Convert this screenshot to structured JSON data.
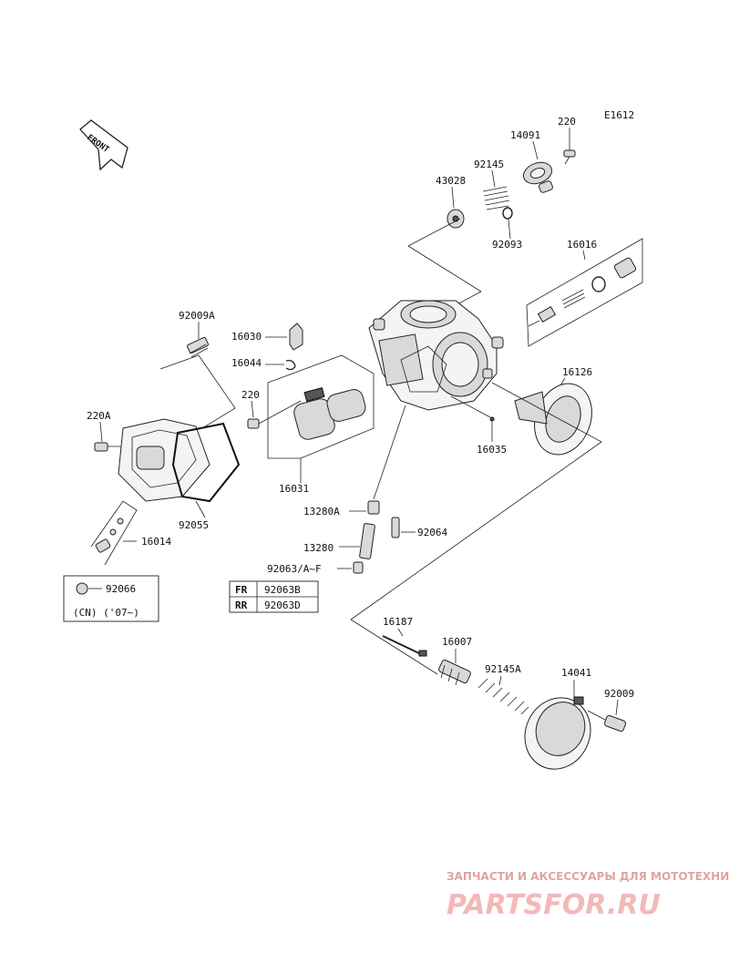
{
  "diagram": {
    "code": "E1612",
    "front_label": "FRONT",
    "labels": {
      "p220_top": "220",
      "p14091": "14091",
      "p92145": "92145",
      "p43028": "43028",
      "p92093": "92093",
      "p16016": "16016",
      "p92009A": "92009A",
      "p16030": "16030",
      "p16044": "16044",
      "p220_mid": "220",
      "p220A": "220A",
      "p16126": "16126",
      "p16035": "16035",
      "p16031": "16031",
      "p92055": "92055",
      "p16014": "16014",
      "p13280A": "13280A",
      "p92064": "92064",
      "p13280": "13280",
      "p92063AF": "92063/A~F",
      "p92066": "92066",
      "cn_note": "(CN)  ('07~)",
      "p16187": "16187",
      "p16007": "16007",
      "p92145A": "92145A",
      "p14041": "14041",
      "p92009": "92009"
    },
    "variant_table": [
      {
        "pos": "FR",
        "part": "92063B"
      },
      {
        "pos": "RR",
        "part": "92063D"
      }
    ]
  },
  "watermark": {
    "tagline": "ЗАПЧАСТИ И АКСЕССУАРЫ ДЛЯ МОТОТЕХНИКИ",
    "brand": "PARTSFOR.RU"
  }
}
